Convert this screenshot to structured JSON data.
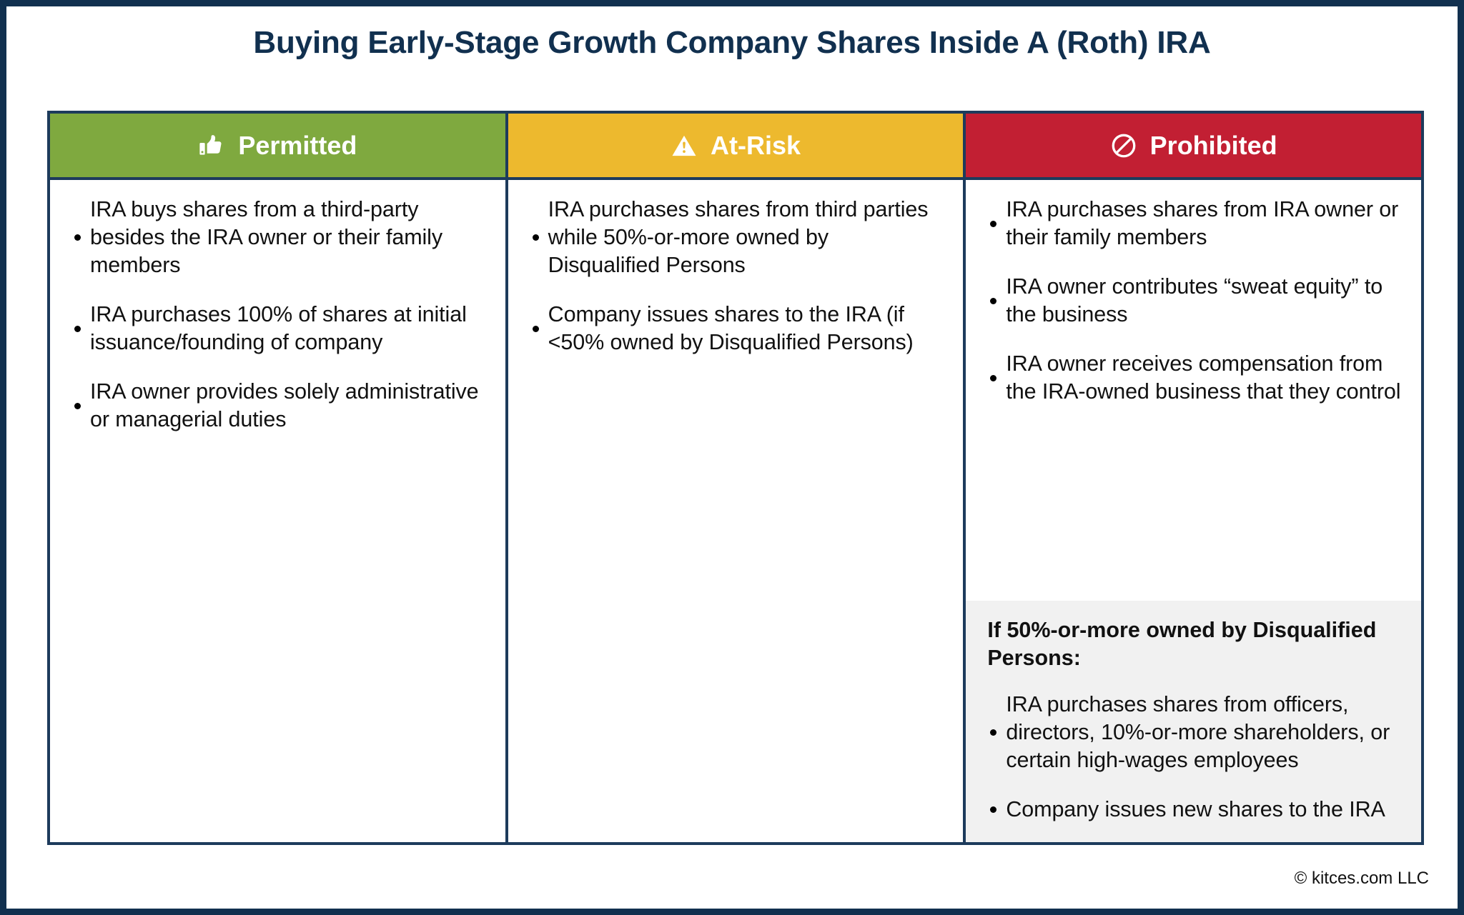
{
  "page": {
    "title": "Buying Early-Stage Growth Company Shares Inside A (Roth) IRA",
    "credit": "© kitces.com LLC"
  },
  "colors": {
    "frame": "#11304F",
    "table_border": "#1D3B5C",
    "permitted": "#7FA93F",
    "at_risk": "#EDB92E",
    "prohibited": "#C21F33",
    "subpanel_bg": "#F1F1F1",
    "title_text": "#11304F",
    "body_text": "#111111"
  },
  "table": {
    "columns": [
      {
        "key": "permitted",
        "header": "Permitted",
        "icon": "thumbs-up-icon",
        "header_bg": "#7FA93F",
        "bullets": [
          "IRA buys shares from a third-party besides the IRA owner or their family members",
          "IRA purchases 100% of shares at initial issuance/founding of company",
          "IRA owner provides solely administrative or managerial duties"
        ]
      },
      {
        "key": "at-risk",
        "header": "At-Risk",
        "icon": "warning-triangle-icon",
        "header_bg": "#EDB92E",
        "bullets": [
          "IRA purchases shares from third parties while 50%-or-more owned by Disqualified Persons",
          "Company issues shares to the IRA (if <50% owned by Disqualified Persons)"
        ]
      },
      {
        "key": "prohibited",
        "header": "Prohibited",
        "icon": "prohibited-ban-icon",
        "header_bg": "#C21F33",
        "bullets": [
          "IRA purchases shares from IRA owner or their family members",
          "IRA owner contributes “sweat equity” to the business",
          "IRA owner receives compensation from the IRA-owned business that they control"
        ],
        "subpanel": {
          "title": "If 50%-or-more owned by Disqualified Persons:",
          "bullets": [
            "IRA purchases shares from officers, directors, 10%-or-more shareholders, or certain high-wages employees",
            "Company issues new shares to the IRA"
          ]
        }
      }
    ]
  }
}
